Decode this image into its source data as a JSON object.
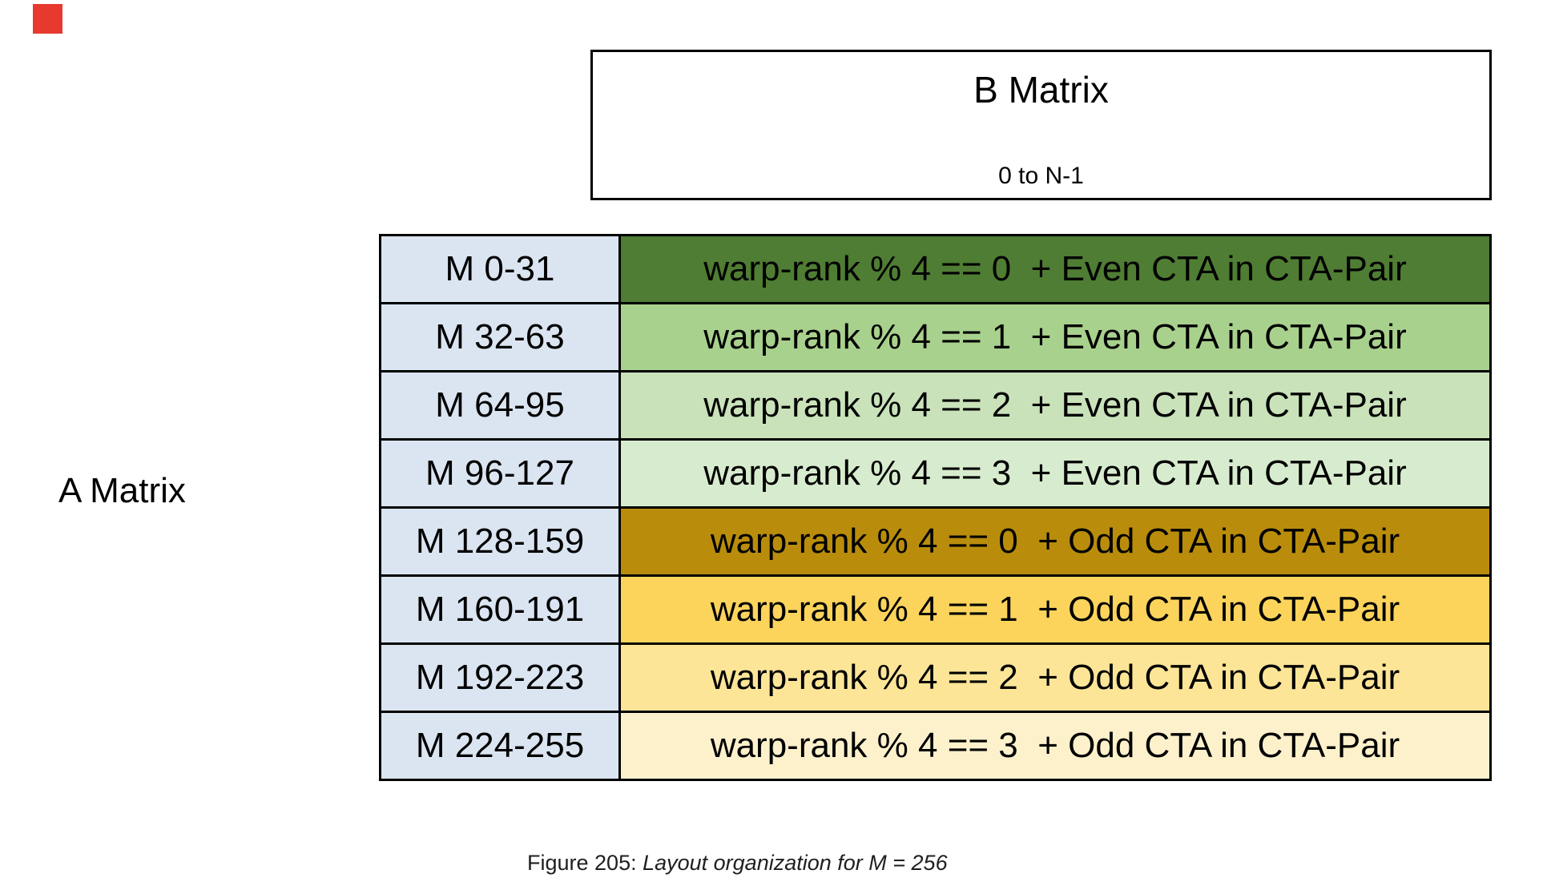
{
  "marker": {
    "color": "#e8392f"
  },
  "b_matrix_box": {
    "title": "B Matrix",
    "subtitle": "0 to N-1"
  },
  "a_matrix_label": "A Matrix",
  "table": {
    "label_cell_color": "#dbe5f1",
    "border_color": "#000000",
    "rows": [
      {
        "label": "M 0-31",
        "formula": "warp-rank % 4 == 0  + Even CTA in CTA-Pair",
        "color": "#4f7d33"
      },
      {
        "label": "M 32-63",
        "formula": "warp-rank % 4 == 1  + Even CTA in CTA-Pair",
        "color": "#a9d18e"
      },
      {
        "label": "M 64-95",
        "formula": "warp-rank % 4 == 2  + Even CTA in CTA-Pair",
        "color": "#c9e2ba"
      },
      {
        "label": "M 96-127",
        "formula": "warp-rank % 4 == 3  + Even CTA in CTA-Pair",
        "color": "#d7ecce"
      },
      {
        "label": "M 128-159",
        "formula": "warp-rank % 4 == 0  + Odd CTA in CTA-Pair",
        "color": "#b98d0b"
      },
      {
        "label": "M 160-191",
        "formula": "warp-rank % 4 == 1  + Odd CTA in CTA-Pair",
        "color": "#fcd45c"
      },
      {
        "label": "M 192-223",
        "formula": "warp-rank % 4 == 2  + Odd CTA in CTA-Pair",
        "color": "#fde598"
      },
      {
        "label": "M 224-255",
        "formula": "warp-rank % 4 == 3  + Odd CTA in CTA-Pair",
        "color": "#fdf1cb"
      }
    ]
  },
  "caption": {
    "prefix": "Figure 205: ",
    "italic_text": "Layout organization for M = 256"
  }
}
